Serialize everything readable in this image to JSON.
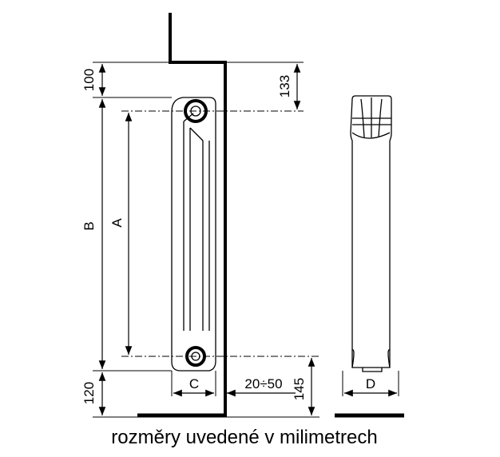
{
  "dimensions": {
    "wall_offset_top": "100",
    "axis_top_offset": "133",
    "height_total": "B",
    "axis_distance": "A",
    "width_section": "C",
    "wall_gap": "20÷50",
    "bottom_offset": "120",
    "axis_bottom_offset": "145",
    "depth": "D"
  },
  "caption": "rozměry uvedené v milimetrech",
  "colors": {
    "ink": "#000000",
    "background": "#ffffff"
  }
}
